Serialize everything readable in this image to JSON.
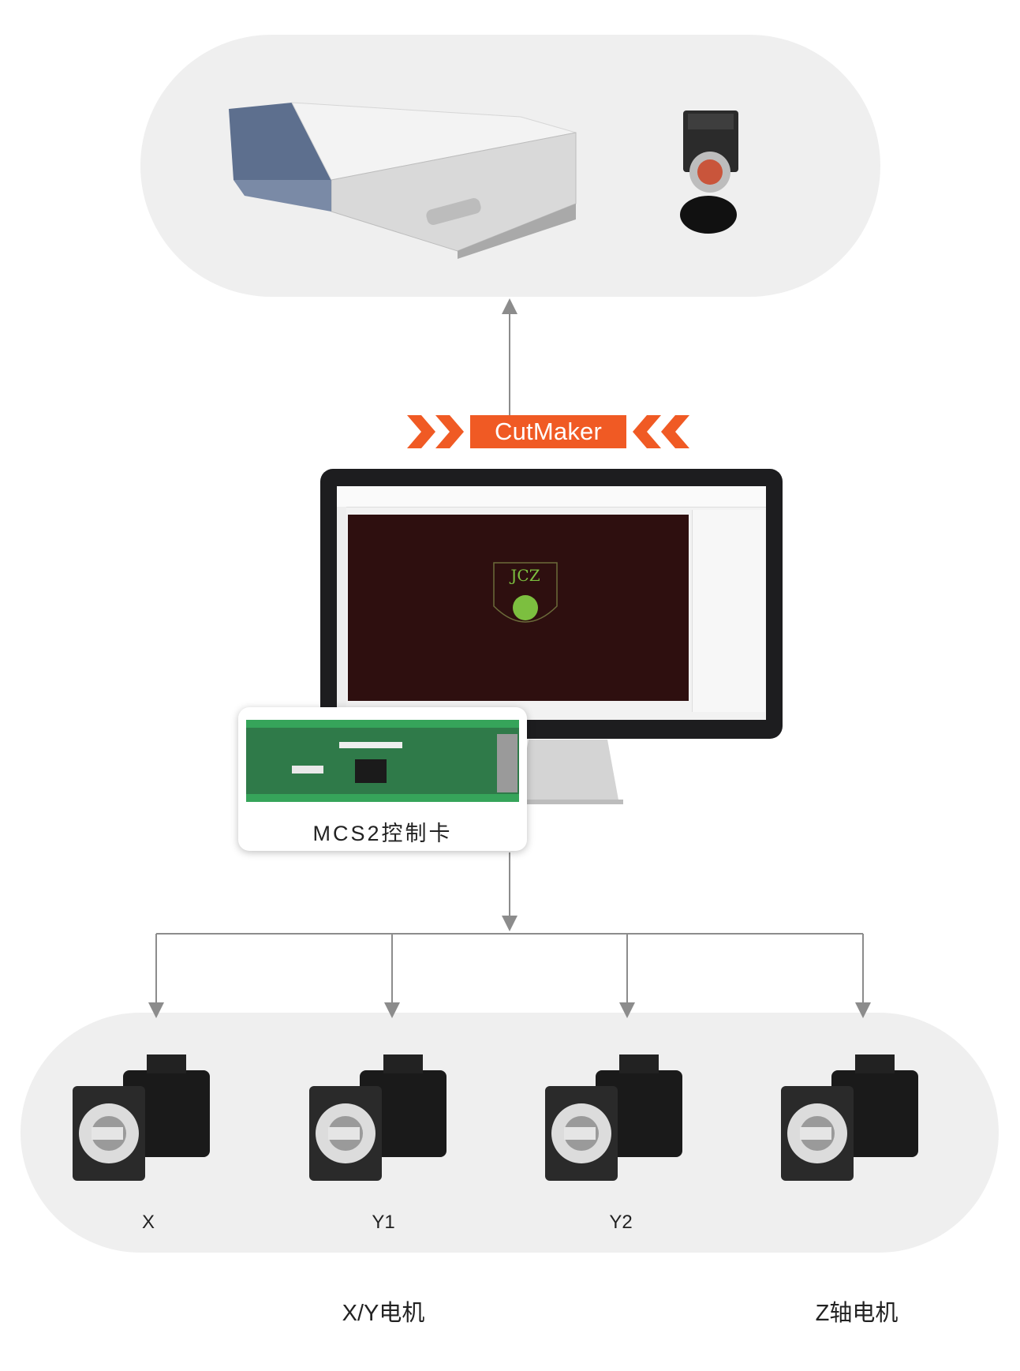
{
  "software_badge": {
    "label": "CutMaker",
    "color": "#f05a24"
  },
  "top_devices": {
    "items": [
      "laser-source",
      "camera"
    ]
  },
  "control_card": {
    "label": "MCS2控制卡"
  },
  "screen": {
    "logo_text": "JCZ"
  },
  "motors": [
    {
      "label": "X"
    },
    {
      "label": "Y1"
    },
    {
      "label": "Y2"
    },
    {
      "label": ""
    }
  ],
  "groups": {
    "xy_label": "X/Y电机",
    "z_label": "Z轴电机"
  }
}
